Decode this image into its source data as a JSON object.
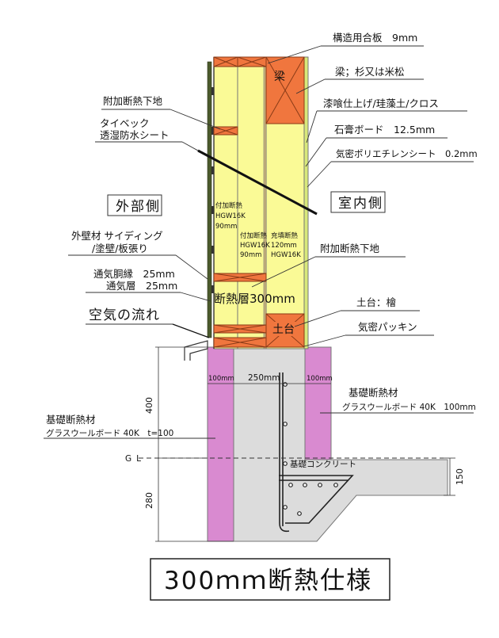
{
  "labels": {
    "structural_plywood": "構造用合板　9mm",
    "beam": "梁；杉又は米松",
    "beam_short": "梁",
    "plaster": "漆喰仕上げ/珪藻土/クロス",
    "gypsum": "石膏ボード　12.5mm",
    "airtight_sheet": "気密ポリエチレンシート　0.2mm",
    "extra_base_top": "附加断熱下地",
    "tyvek_1": "タイベック",
    "tyvek_2": "透湿防水シート",
    "exterior_side": "外部側",
    "interior_side": "室内側",
    "siding_1": "外壁材 サイディング",
    "siding_2": "/塗壁/板張り",
    "extra_base_mid": "附加断熱下地",
    "furring": "通気胴縁　25mm",
    "air_layer": "通気層　25mm",
    "air_flow": "空気の流れ",
    "insulation_layer": "断熱層300mm",
    "sill": "土台：檜",
    "sill_short": "土台",
    "airtight_packing": "気密パッキン",
    "foundation_insul_1": "基礎断熱材",
    "foundation_insul_2": "グラスウールボード 40K　100mm",
    "foundation_insul_left_1": "基礎断熱材",
    "foundation_insul_left_2": "グラスウールボード 40K　t=100",
    "concrete": "基礎コンクリート",
    "gl": "GL",
    "title": "300ｍｍ断熱仕様"
  },
  "insulation_tags": {
    "extra_a": [
      "付加断熱",
      "HGW16K",
      "90mm"
    ],
    "extra_b": [
      "付加断熱",
      "HGW16K",
      "90mm"
    ],
    "filled": [
      "充填断熱",
      "120mm",
      "HGW16K"
    ]
  },
  "dimensions": {
    "d100_left": "100mm",
    "d250": "250mm",
    "d100_right": "100mm",
    "h400": "400",
    "h280": "280",
    "h150": "150"
  },
  "colors": {
    "insulation": "#fafa96",
    "timber": "#f0763e",
    "foundation_insulation": "#d98ad0",
    "concrete": "#dcdcdc",
    "board": "#d8e87a",
    "exterior_finish": "#4b5a2c"
  }
}
